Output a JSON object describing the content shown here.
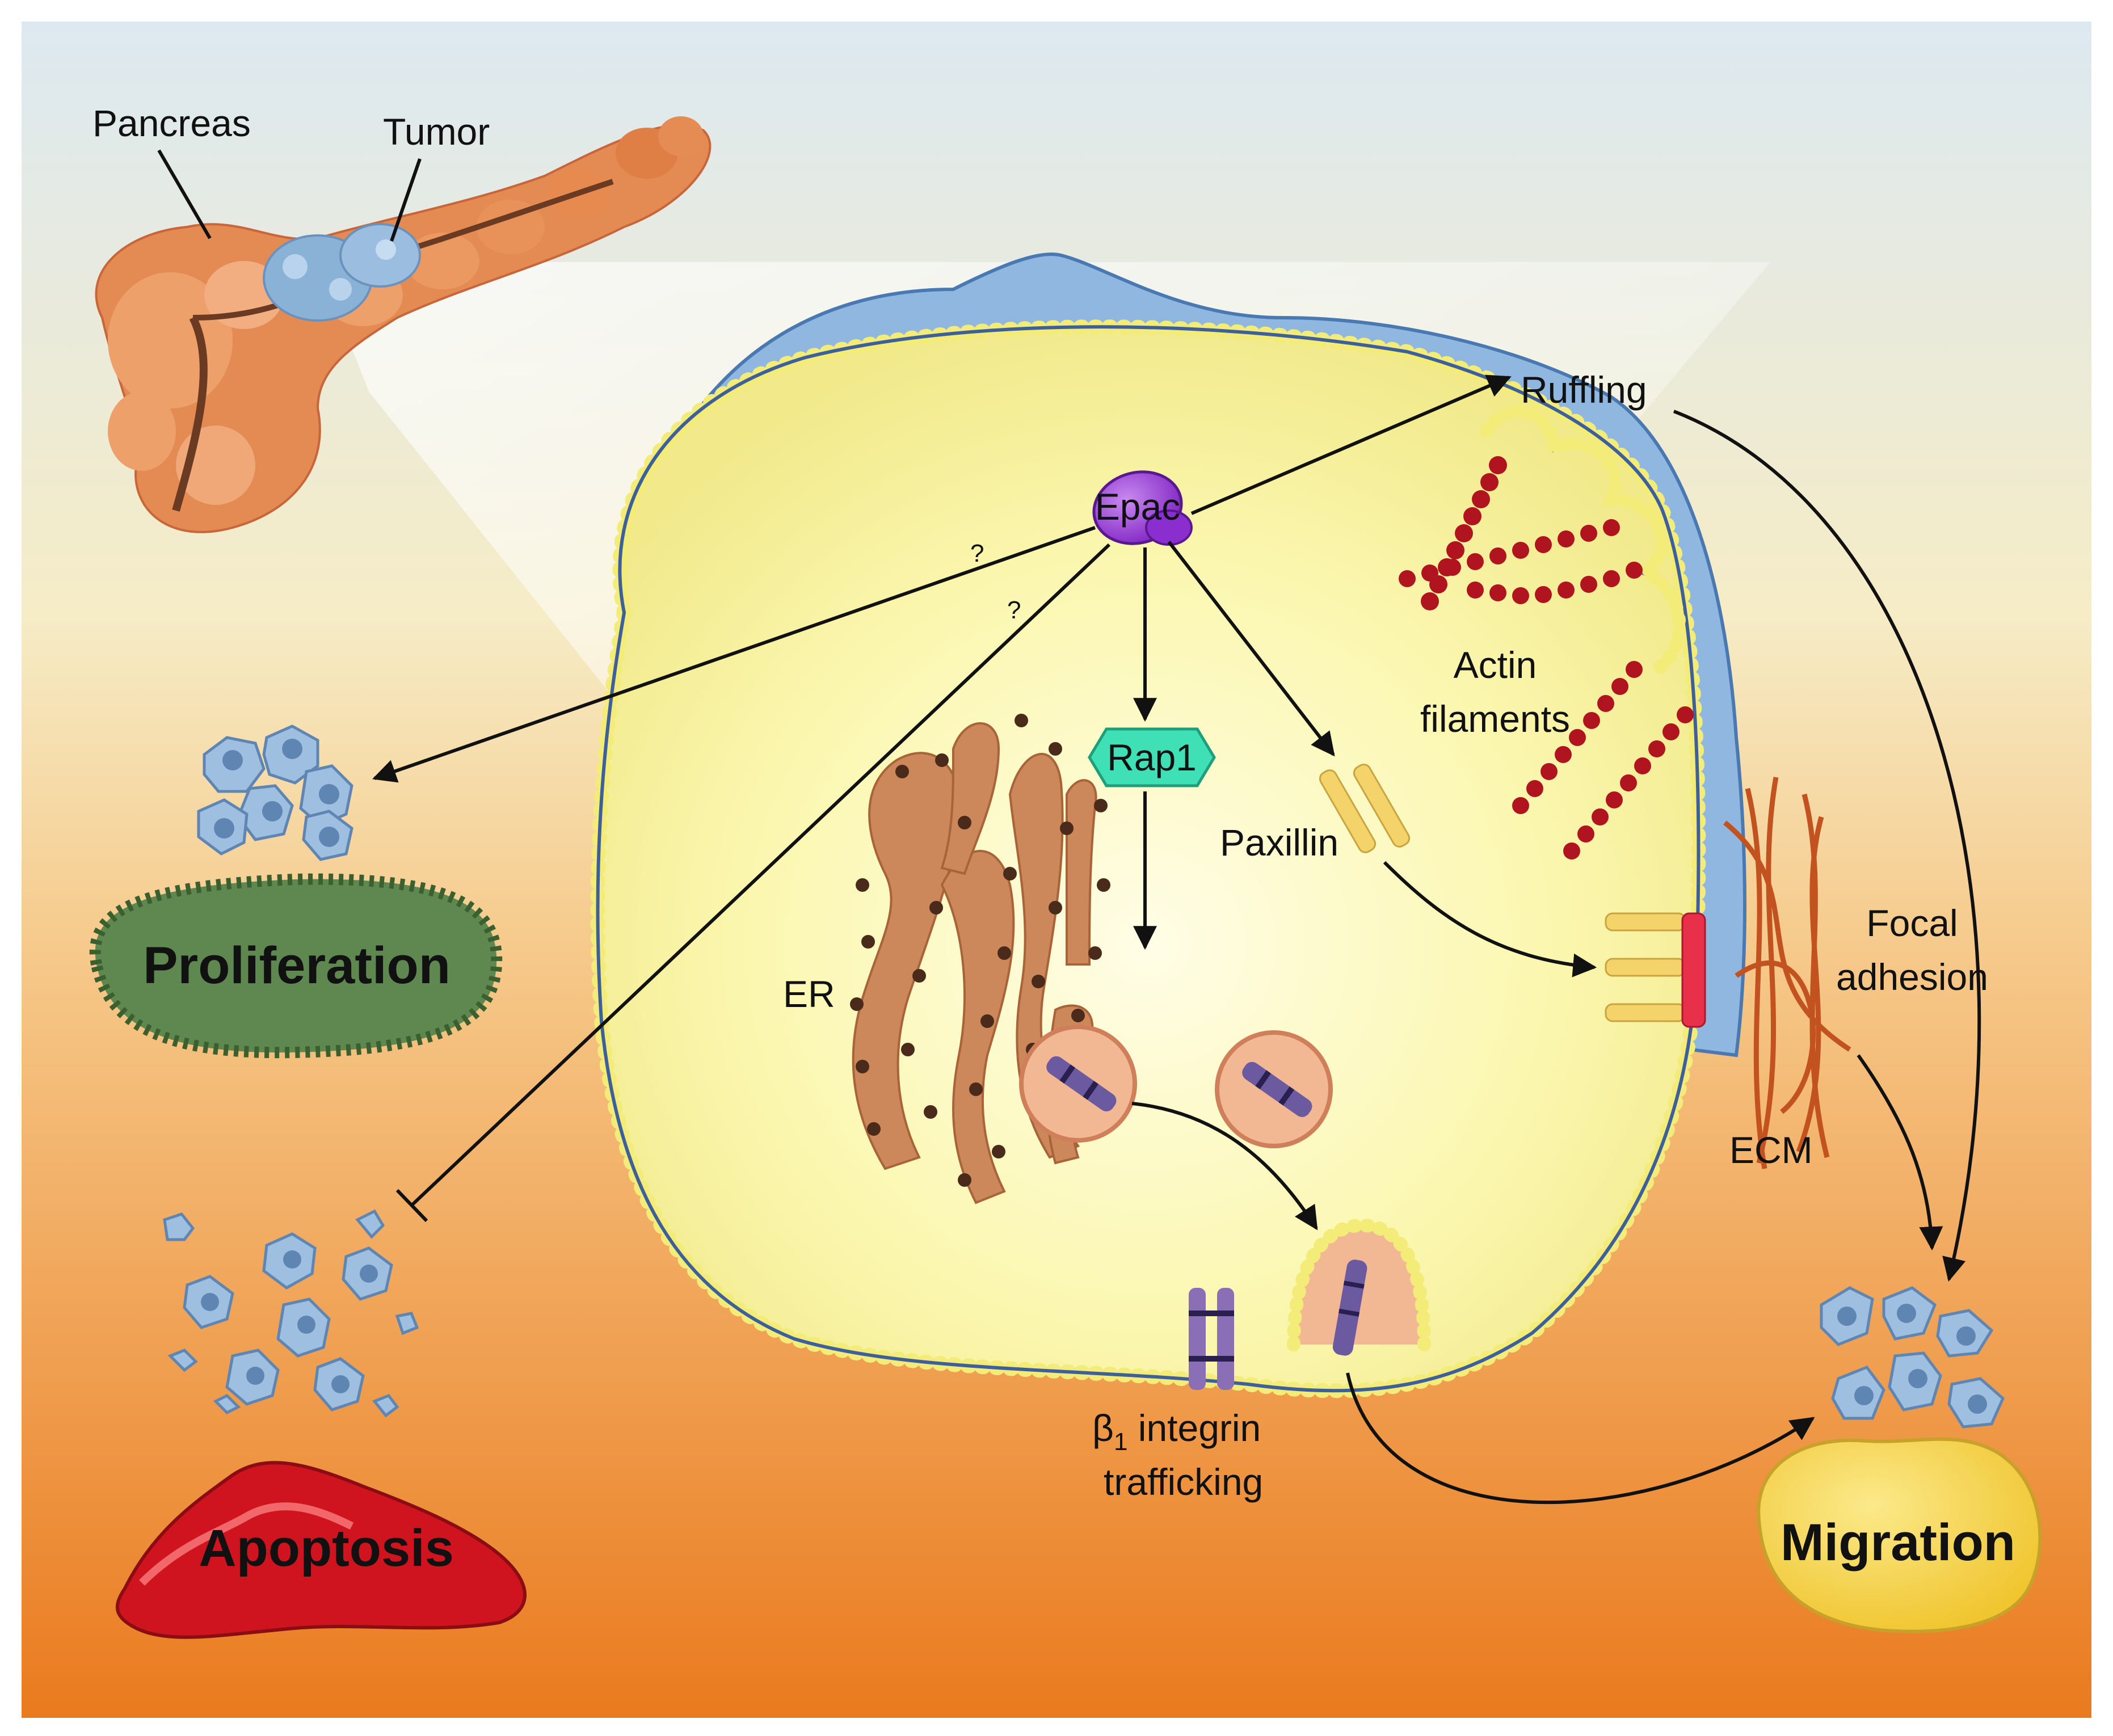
{
  "labels": {
    "pancreas": "Pancreas",
    "tumor": "Tumor",
    "ruffling": "Ruffling",
    "epac": "Epac",
    "rap1": "Rap1",
    "actin_line1": "Actin",
    "actin_line2": "filaments",
    "paxillin": "Paxillin",
    "focal_line1": "Focal",
    "focal_line2": "adhesion",
    "er": "ER",
    "ecm": "ECM",
    "integrin_beta": "β",
    "integrin_sub": "1",
    "integrin_rest": " integrin",
    "trafficking": "trafficking",
    "q1": "?",
    "q2": "?"
  },
  "outcomes": {
    "proliferation": "Proliferation",
    "apoptosis": "Apoptosis",
    "migration": "Migration"
  },
  "colors": {
    "background_top": "#dde9f1",
    "background_mid": "#f7e7b3",
    "background_bottom": "#ea7a1e",
    "cytoplasm": "#fbf6a8",
    "membrane_blue": "#3d5f9c",
    "membrane_bead": "#f3ec78",
    "lamella_blue": "#8fb7e0",
    "pancreas": "#e38b52",
    "tumor": "#8ab1d6",
    "epac": "#9a3ad8",
    "rap1": "#3fe0b5",
    "er": "#cc875b",
    "actin": "#b0151f",
    "paxillin": "#f5d36b",
    "focal_bar": "#e8304a",
    "ecm": "#c2521f",
    "integrin": "#8a6fb6",
    "proliferation_fill": "#5f8850",
    "apoptosis_fill": "#d0141f",
    "migration_fill": "#f5d648",
    "cells": "#9ebfdf"
  },
  "icons": [
    "pancreas-organ",
    "tumor-mass",
    "cell-membrane",
    "endoplasmic-reticulum",
    "vesicle",
    "actin-filament",
    "integrin",
    "cell-cluster"
  ]
}
